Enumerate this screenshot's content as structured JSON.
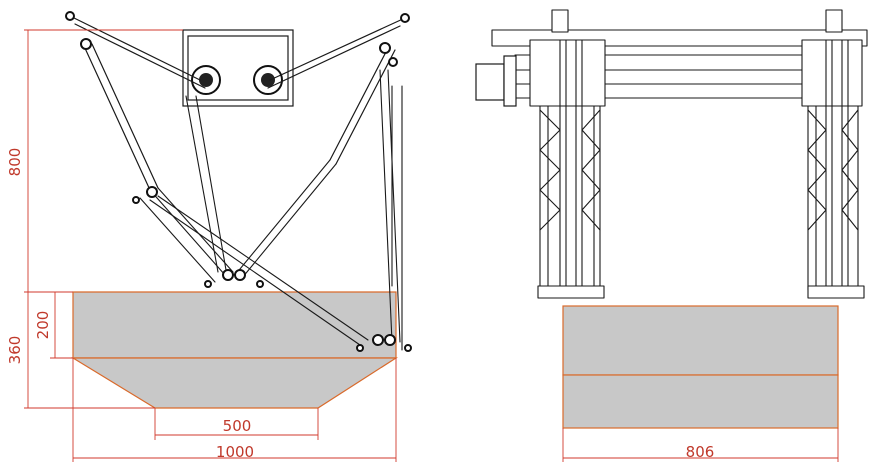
{
  "dimensions": {
    "height_total": "800",
    "work_height": "360",
    "work_upper_height": "200",
    "bottom_width": "500",
    "top_width": "1000",
    "side_width": "806"
  },
  "colors": {
    "dimension_line": "#d23a2c",
    "dimension_text": "#c0392b",
    "workspace_fill": "#c8c8c8",
    "workspace_edge": "#d96a2b",
    "mechanism": "#1a1a1a"
  }
}
